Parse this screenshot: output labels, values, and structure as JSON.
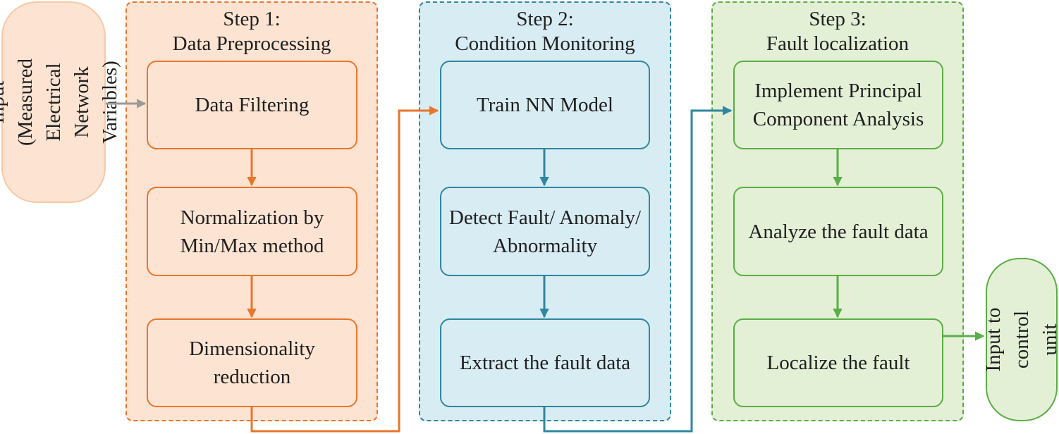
{
  "input_label": "Input (Measured Electrical Network Variables)",
  "output_label": "Input to control unit",
  "steps": [
    {
      "title": "Step 1:\nData Preprocessing",
      "boxes": [
        "Data Filtering",
        "Normalization by Min/Max method",
        "Dimensionality reduction"
      ]
    },
    {
      "title": "Step 2:\nCondition Monitoring",
      "boxes": [
        "Train NN Model",
        "Detect Fault/ Anomaly/ Abnormality",
        "Extract the fault data"
      ]
    },
    {
      "title": "Step 3:\nFault localization",
      "boxes": [
        "Implement Principal Component Analysis",
        "Analyze the fault data",
        "Localize the fault"
      ]
    }
  ],
  "colors": {
    "step1_fill": "#fde4d2",
    "step1_line": "#e8762c",
    "step1_box": "#fde4d2",
    "step2_fill": "#d8ecf3",
    "step2_line": "#2f86a0",
    "step2_box": "#d8ecf3",
    "step3_fill": "#e3f0d6",
    "step3_line": "#5bad45",
    "step3_box": "#e3f0d6",
    "input_fill": "#fde4d2",
    "input_line": "#f6c9a6",
    "output_fill": "#e3f0d6",
    "output_line": "#5bad45",
    "input_arrow": "#9a9a9a"
  }
}
